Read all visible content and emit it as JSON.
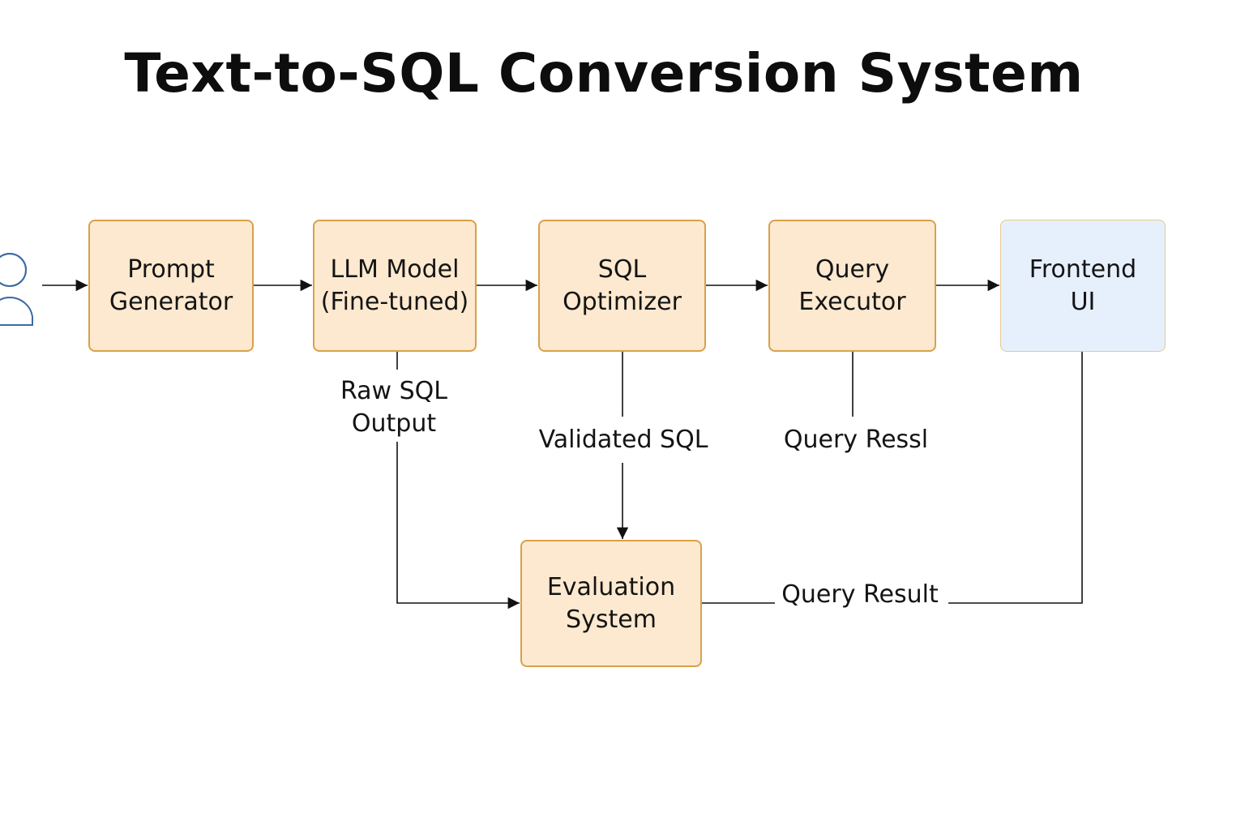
{
  "title": "Text-to-SQL Conversion System",
  "colors": {
    "box_fill": "#fde9cf",
    "box_border": "#d9a04a",
    "ui_fill": "#e6effc",
    "line": "#111111",
    "user_icon": "#3b6aa3"
  },
  "nodes": {
    "user": {
      "icon": "user-icon"
    },
    "prompt_generator": {
      "label": "Prompt\nGenerator"
    },
    "llm_model": {
      "label": "LLM Model\n(Fine-tuned)"
    },
    "sql_optimizer": {
      "label": "SQL\nOptimizer"
    },
    "query_executor": {
      "label": "Query\nExecutor"
    },
    "frontend_ui": {
      "label": "Frontend\nUI"
    },
    "evaluation_system": {
      "label": "Evaluation\nSystem"
    }
  },
  "edges": {
    "raw_sql": {
      "label": "Raw SQL\nOutput"
    },
    "validated_sql": {
      "label": "Validated SQL"
    },
    "query_ressl": {
      "label": "Query Ressl"
    },
    "query_result": {
      "label": "Query Result"
    }
  }
}
